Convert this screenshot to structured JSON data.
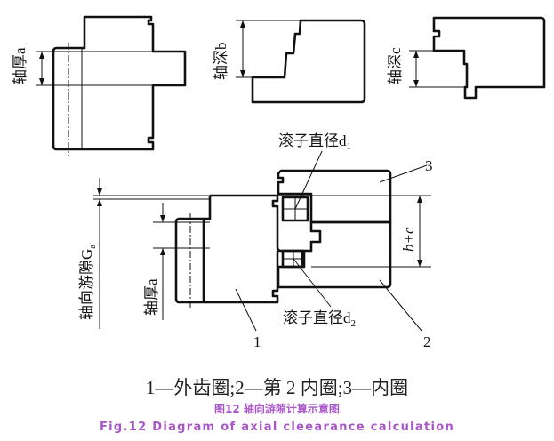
{
  "labels": {
    "axial_thickness_a": "轴厚a",
    "axial_depth_b": "轴深b",
    "axial_depth_c": "轴深c",
    "roller_d1": "滚子直径d",
    "roller_d1_sub": "1",
    "roller_d2": "滚子直径d",
    "roller_d2_sub": "2",
    "axial_clearance": "轴向游隙G",
    "axial_clearance_sub": "a",
    "b_plus_c": "b+c",
    "part1": "1",
    "part2": "2",
    "part3": "3"
  },
  "caption": {
    "legend": "1—外齿圈;2—第 2 内圈;3—内圈",
    "title_cn": "图12 轴向游隙计算示意图",
    "title_en": "Fig.12 Diagram of axial cleearance calculation"
  },
  "colors": {
    "caption_accent": "#a855c8"
  }
}
